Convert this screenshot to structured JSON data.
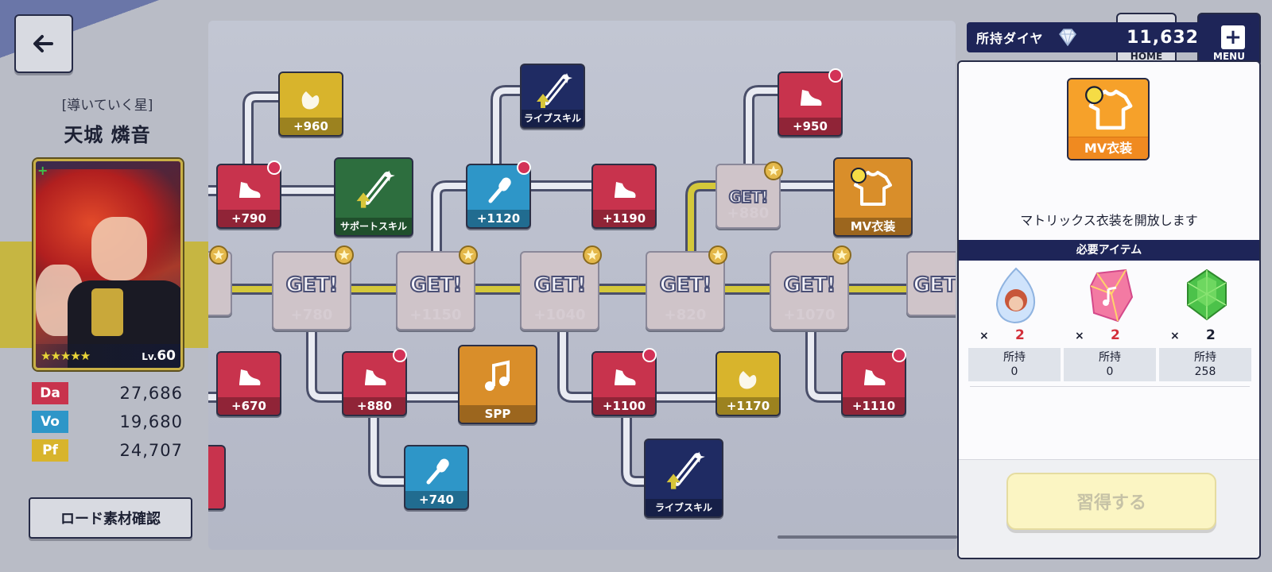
{
  "navigation": {
    "home_label": "HOME",
    "menu_label": "MENU"
  },
  "currency": {
    "label": "所持ダイヤ",
    "value": "11,632",
    "plus": "+"
  },
  "character": {
    "subtitle": "[導いていく星]",
    "name": "天城 燐音",
    "rarity_stars": "★★★★★",
    "level_prefix": "Lv.",
    "level": "60",
    "plus_mark": "+"
  },
  "stats": [
    {
      "key": "Da",
      "value": "27,686",
      "color": "#c8334d"
    },
    {
      "key": "Vo",
      "value": "19,680",
      "color": "#2e96c8"
    },
    {
      "key": "Pf",
      "value": "24,707",
      "color": "#d8b42c"
    }
  ],
  "road_button": "ロード素材確認",
  "get_text": "GET!",
  "nodes": {
    "n960": {
      "label": "+960",
      "type": "appeal"
    },
    "n790": {
      "label": "+790",
      "type": "shoe"
    },
    "nSupport": {
      "label": "サポートスキル",
      "type": "skill"
    },
    "nLive1": {
      "label": "ライブスキル",
      "type": "skill"
    },
    "n1120": {
      "label": "+1120",
      "type": "mic"
    },
    "n1190": {
      "label": "+1190",
      "type": "shoe"
    },
    "n950": {
      "label": "+950",
      "type": "shoe"
    },
    "nGet880": {
      "label": "+880",
      "type": "obtained"
    },
    "nMV": {
      "label": "MV衣装",
      "type": "costume"
    },
    "nGet780": {
      "label": "+780",
      "type": "obtained"
    },
    "nGet1150": {
      "label": "+1150",
      "type": "obtained"
    },
    "nGet1040": {
      "label": "+1040",
      "type": "obtained"
    },
    "nGet820": {
      "label": "+820",
      "type": "obtained"
    },
    "nGet1070": {
      "label": "+1070",
      "type": "obtained"
    },
    "n670": {
      "label": "+670",
      "type": "shoe"
    },
    "n880": {
      "label": "+880",
      "type": "shoe"
    },
    "nSPP": {
      "label": "SPP",
      "type": "spp"
    },
    "n1100": {
      "label": "+1100",
      "type": "shoe"
    },
    "n1170": {
      "label": "+1170",
      "type": "appeal"
    },
    "n1110": {
      "label": "+1110",
      "type": "shoe"
    },
    "n740": {
      "label": "+740",
      "type": "mic"
    },
    "nLive2": {
      "label": "ライブスキル",
      "type": "skill"
    }
  },
  "panel": {
    "item_label": "MV衣装",
    "description": "マトリックス衣装を開放します",
    "required_header": "必要アイテム",
    "owned_label": "所持",
    "times": "×",
    "items": [
      {
        "name": "character-piece",
        "qty": "2",
        "owned": "0",
        "insufficient": true
      },
      {
        "name": "music-crystal",
        "qty": "2",
        "owned": "0",
        "insufficient": true
      },
      {
        "name": "green-gem",
        "qty": "2",
        "owned": "258",
        "insufficient": false
      }
    ],
    "learn_button": "習得する"
  }
}
